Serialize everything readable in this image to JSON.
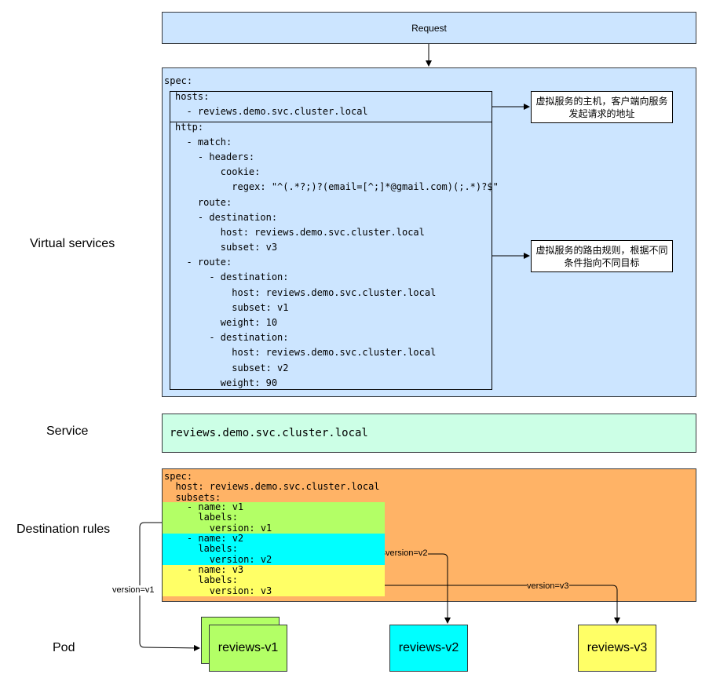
{
  "labels": {
    "virtual_services": "Virtual services",
    "service": "Service",
    "destination_rules": "Destination rules",
    "pod": "Pod"
  },
  "request": "Request",
  "virtual_service": {
    "lines": [
      "spec:",
      "hosts:",
      "  - reviews.demo.svc.cluster.local",
      "http:",
      "  - match:",
      "    - headers:",
      "        cookie:",
      "          regex: \"^(.*?;)?(email=[^;]*@gmail.com)(;.*)?$\"",
      "    route:",
      "    - destination:",
      "        host: reviews.demo.svc.cluster.local",
      "        subset: v3",
      "  - route:",
      "      - destination:",
      "          host: reviews.demo.svc.cluster.local",
      "          subset: v1",
      "        weight: 10",
      "      - destination:",
      "          host: reviews.demo.svc.cluster.local",
      "          subset: v2",
      "        weight: 90"
    ]
  },
  "notes": {
    "hosts_note": "虚拟服务的主机，客户端向服务发起请求的地址",
    "http_note": "虚拟服务的路由规则，根据不同条件指向不同目标"
  },
  "service": "reviews.demo.svc.cluster.local",
  "destination_rule": {
    "header_lines": [
      "spec:",
      "  host: reviews.demo.svc.cluster.local",
      "  subsets:"
    ],
    "subsets": [
      {
        "lines": [
          "    - name: v1",
          "      labels:",
          "        version: v1"
        ],
        "color": "#b3ff66"
      },
      {
        "lines": [
          "    - name: v2",
          "      labels:",
          "        version: v2"
        ],
        "color": "#00ffff"
      },
      {
        "lines": [
          "    - name: v3",
          "      labels:",
          "        version: v3"
        ],
        "color": "#ffff66"
      }
    ]
  },
  "edges": {
    "v1": "version=v1",
    "v2": "version=v2",
    "v3": "version=v3"
  },
  "pods": {
    "v1": {
      "label": "reviews-v1",
      "color": "#b3ff66"
    },
    "v2": {
      "label": "reviews-v2",
      "color": "#00ffff"
    },
    "v3": {
      "label": "reviews-v3",
      "color": "#ffff66"
    }
  },
  "colors": {
    "vs_background": "#cce5ff",
    "service_background": "#ccffe6",
    "dr_background": "#ffb366"
  }
}
